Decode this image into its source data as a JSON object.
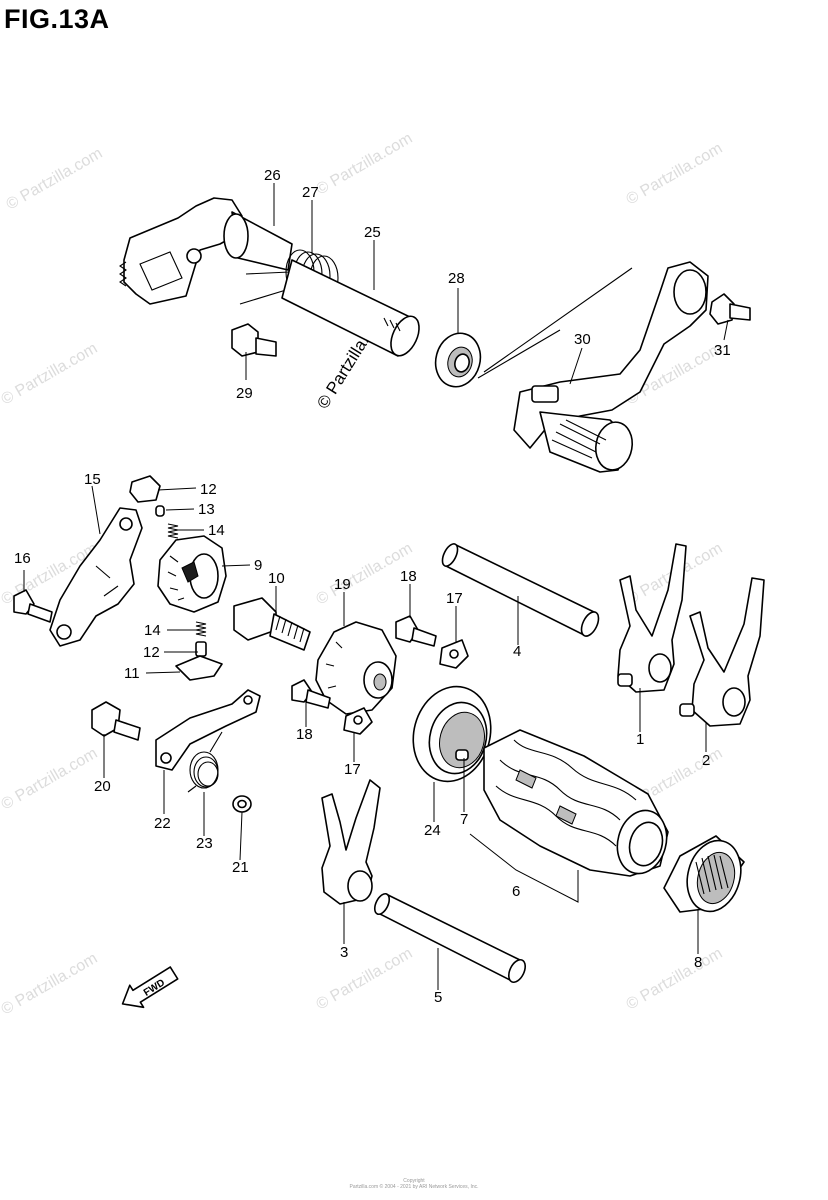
{
  "figure": {
    "title": "FIG.13A"
  },
  "watermark": {
    "text": "© Partzilla.com"
  },
  "direction_arrow": {
    "label": "FWD",
    "icon": "fwd-arrow-icon"
  },
  "footer": {
    "line1": "Copyright",
    "line2": "Partzilla.com © 2004 - 2021 by ARI Network Services, Inc."
  },
  "callouts": {
    "c1": "1",
    "c2": "2",
    "c3": "3",
    "c4": "4",
    "c5": "5",
    "c6": "6",
    "c7": "7",
    "c8": "8",
    "c9": "9",
    "c10": "10",
    "c11": "11",
    "c12a": "12",
    "c12b": "12",
    "c13": "13",
    "c14a": "14",
    "c14b": "14",
    "c15": "15",
    "c16": "16",
    "c17a": "17",
    "c17b": "17",
    "c18a": "18",
    "c18b": "18",
    "c19": "19",
    "c20": "20",
    "c21": "21",
    "c22": "22",
    "c23": "23",
    "c24": "24",
    "c25": "25",
    "c26": "26",
    "c27": "27",
    "c28": "28",
    "c29": "29",
    "c30": "30",
    "c31": "31"
  }
}
